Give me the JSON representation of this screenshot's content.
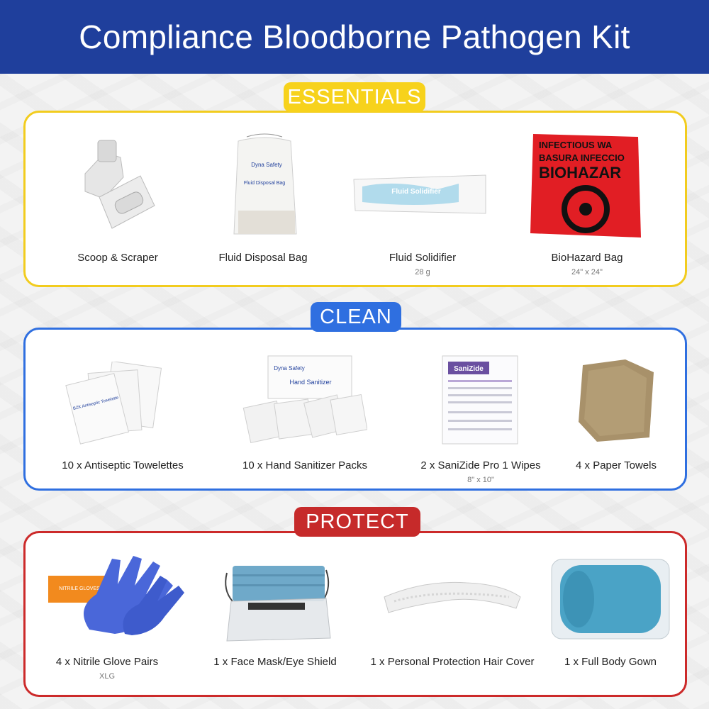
{
  "title": "Compliance Bloodborne Pathogen Kit",
  "sections": {
    "essentials": {
      "tag": "ESSENTIALS",
      "items": [
        {
          "label": "Scoop & Scraper",
          "sub": ""
        },
        {
          "label": "Fluid Disposal Bag",
          "sub": ""
        },
        {
          "label": "Fluid Solidifier",
          "sub": "28 g"
        },
        {
          "label": "BioHazard Bag",
          "sub": "24\" x 24\""
        }
      ]
    },
    "clean": {
      "tag": "CLEAN",
      "items": [
        {
          "label": "10 x Antiseptic Towelettes",
          "sub": ""
        },
        {
          "label": "10 x Hand Sanitizer Packs",
          "sub": ""
        },
        {
          "label": "2 x SaniZide Pro 1 Wipes",
          "sub": "8\" x 10\""
        },
        {
          "label": "4 x Paper Towels",
          "sub": ""
        }
      ]
    },
    "protect": {
      "tag": "PROTECT",
      "items": [
        {
          "label": "4 x Nitrile Glove Pairs",
          "sub": "XLG"
        },
        {
          "label": "1 x Face Mask/Eye Shield",
          "sub": ""
        },
        {
          "label": "1 x Personal Protection Hair Cover",
          "sub": ""
        },
        {
          "label": "1 x Full Body Gown",
          "sub": ""
        }
      ]
    }
  },
  "product_text": {
    "disposal_bag_brand": "Dyna Safety",
    "disposal_bag_label": "Fluid Disposal Bag",
    "solidifier_label": "Fluid Solidifier",
    "biohazard_line1": "INFECTIOUS WA",
    "biohazard_line2": "BASURA INFECCIO",
    "biohazard_line3": "BIOHAZAR",
    "towelette_label": "BZK Antiseptic Towelette",
    "sanitizer_brand": "Dyna Safety",
    "sanitizer_label": "Hand Sanitizer",
    "sanizide_label": "SaniZide",
    "glove_box_label": "NITRILE GLOVES"
  },
  "colors": {
    "header": "#1f3f9c",
    "essentials": "#f2cc1e",
    "clean": "#2f6fe0",
    "protect": "#cc2a2a"
  }
}
